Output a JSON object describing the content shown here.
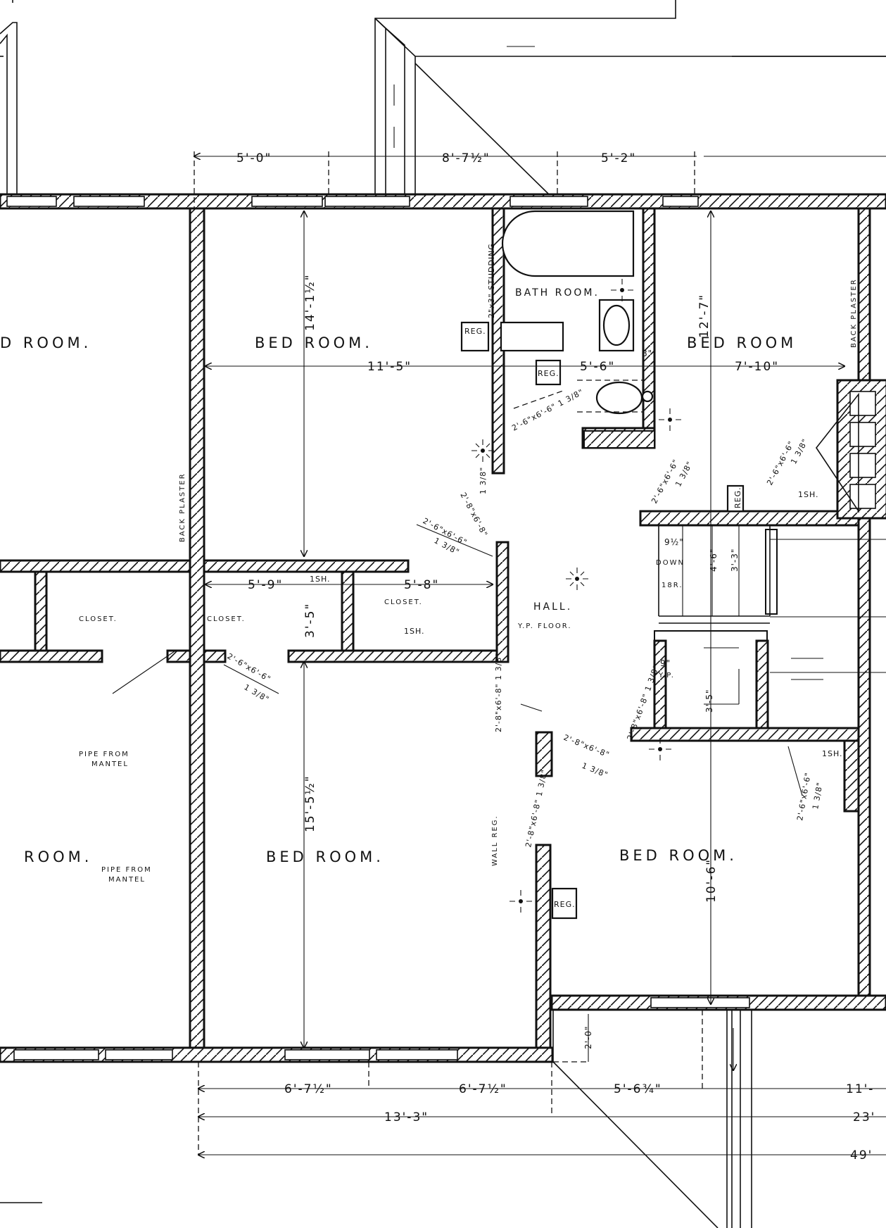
{
  "rooms": {
    "bed_left_top": "D ROOM.",
    "bed_center_top": "BED ROOM.",
    "bath": "BATH ROOM.",
    "bed_right_top": "BED ROOM",
    "closet_left": "CLOSET.",
    "closet_center": "CLOSET.",
    "closet_right": "CLOSET.",
    "hall": "HALL.",
    "hall_floor": "Y.P. FLOOR.",
    "room_left_bottom": "ROOM.",
    "bed_center_bottom": "BED ROOM.",
    "bed_right_bottom": "BED ROOM."
  },
  "notes": {
    "back_plaster_left": "BACK PLASTER",
    "back_plaster_right": "BACK PLASTER",
    "pipe_1a": "PIPE FROM",
    "pipe_1b": "MANTEL",
    "pipe_2a": "PIPE FROM",
    "pipe_2b": "MANTEL",
    "studding": "2\"x3\" STUDDING",
    "down": "DOWN",
    "risers": "18R.",
    "vp": "Y.P.",
    "wall_reg": "WALL REG.",
    "sh_1": "1SH.",
    "sh_2": "1SH.",
    "sh_3": "1SH.",
    "sh_4": "1SH.",
    "reg_1": "REG.",
    "reg_2": "REG.",
    "reg_3": "REG.",
    "reg_4": "REG."
  },
  "dimensions": {
    "top_1": "5'-0\"",
    "top_2": "8'-7½\"",
    "top_3": "5'-2\"",
    "v_bed_top": "14'-1½\"",
    "h_bed_top": "11'-5\"",
    "h_bath": "5'-6\"",
    "bath_8": "8\"",
    "v_right_top": "12'-7\"",
    "h_right_top": "7'-10\"",
    "closet_w1": "5'-9\"",
    "closet_w2": "5'-8\"",
    "closet_v": "3'-5\"",
    "v_bed_bottom": "15'-5½\"",
    "v_right_bottom": "10'-6\"",
    "stair_46": "4'-6\"",
    "stair_33": "3'-3\"",
    "stair_35": "3'-5\"",
    "stair_95": "9½\"",
    "stair_9": "9\"",
    "porch_20": "2'-0\"",
    "bot_1": "6'-7½\"",
    "bot_2": "6'-7½\"",
    "bot_3": "5'-6¾\"",
    "bot_4": "11'-",
    "total_1": "13'-3\"",
    "total_2": "23'",
    "total_3": "49'"
  },
  "doors": {
    "d1": "2'-6\"x6'-6\" 1 3/8\"",
    "d2a": "2'-8\"x6'-8\"",
    "d2b": "1 3/8\"",
    "d3a": "2'-6\"x6'-6\"",
    "d3b": "1 3/8\"",
    "d4a": "2'-6\"x6'-6\"",
    "d4b": "1 3/8\"",
    "d5a": "2'-6\"x6'-6\"",
    "d5b": "1 3/8\"",
    "d6a": "2'-6\"x6'-6\"",
    "d6b": "1 3/8\"",
    "d7": "2'-8\"x6'-8\" 1 3/8\"",
    "d8a": "2'-8\"x6'-8\"",
    "d8b": "1 3/8\"",
    "d9": "2'-8\"x6'-8\" 1 3/8\"",
    "d10a": "2'-6\"x6'-6\"",
    "d10b": "1 3/8\"",
    "d11": "2'-8\"x6'-8\" 1 3/8\""
  },
  "colors": {
    "ink": "#111111",
    "paper": "#ffffff"
  }
}
